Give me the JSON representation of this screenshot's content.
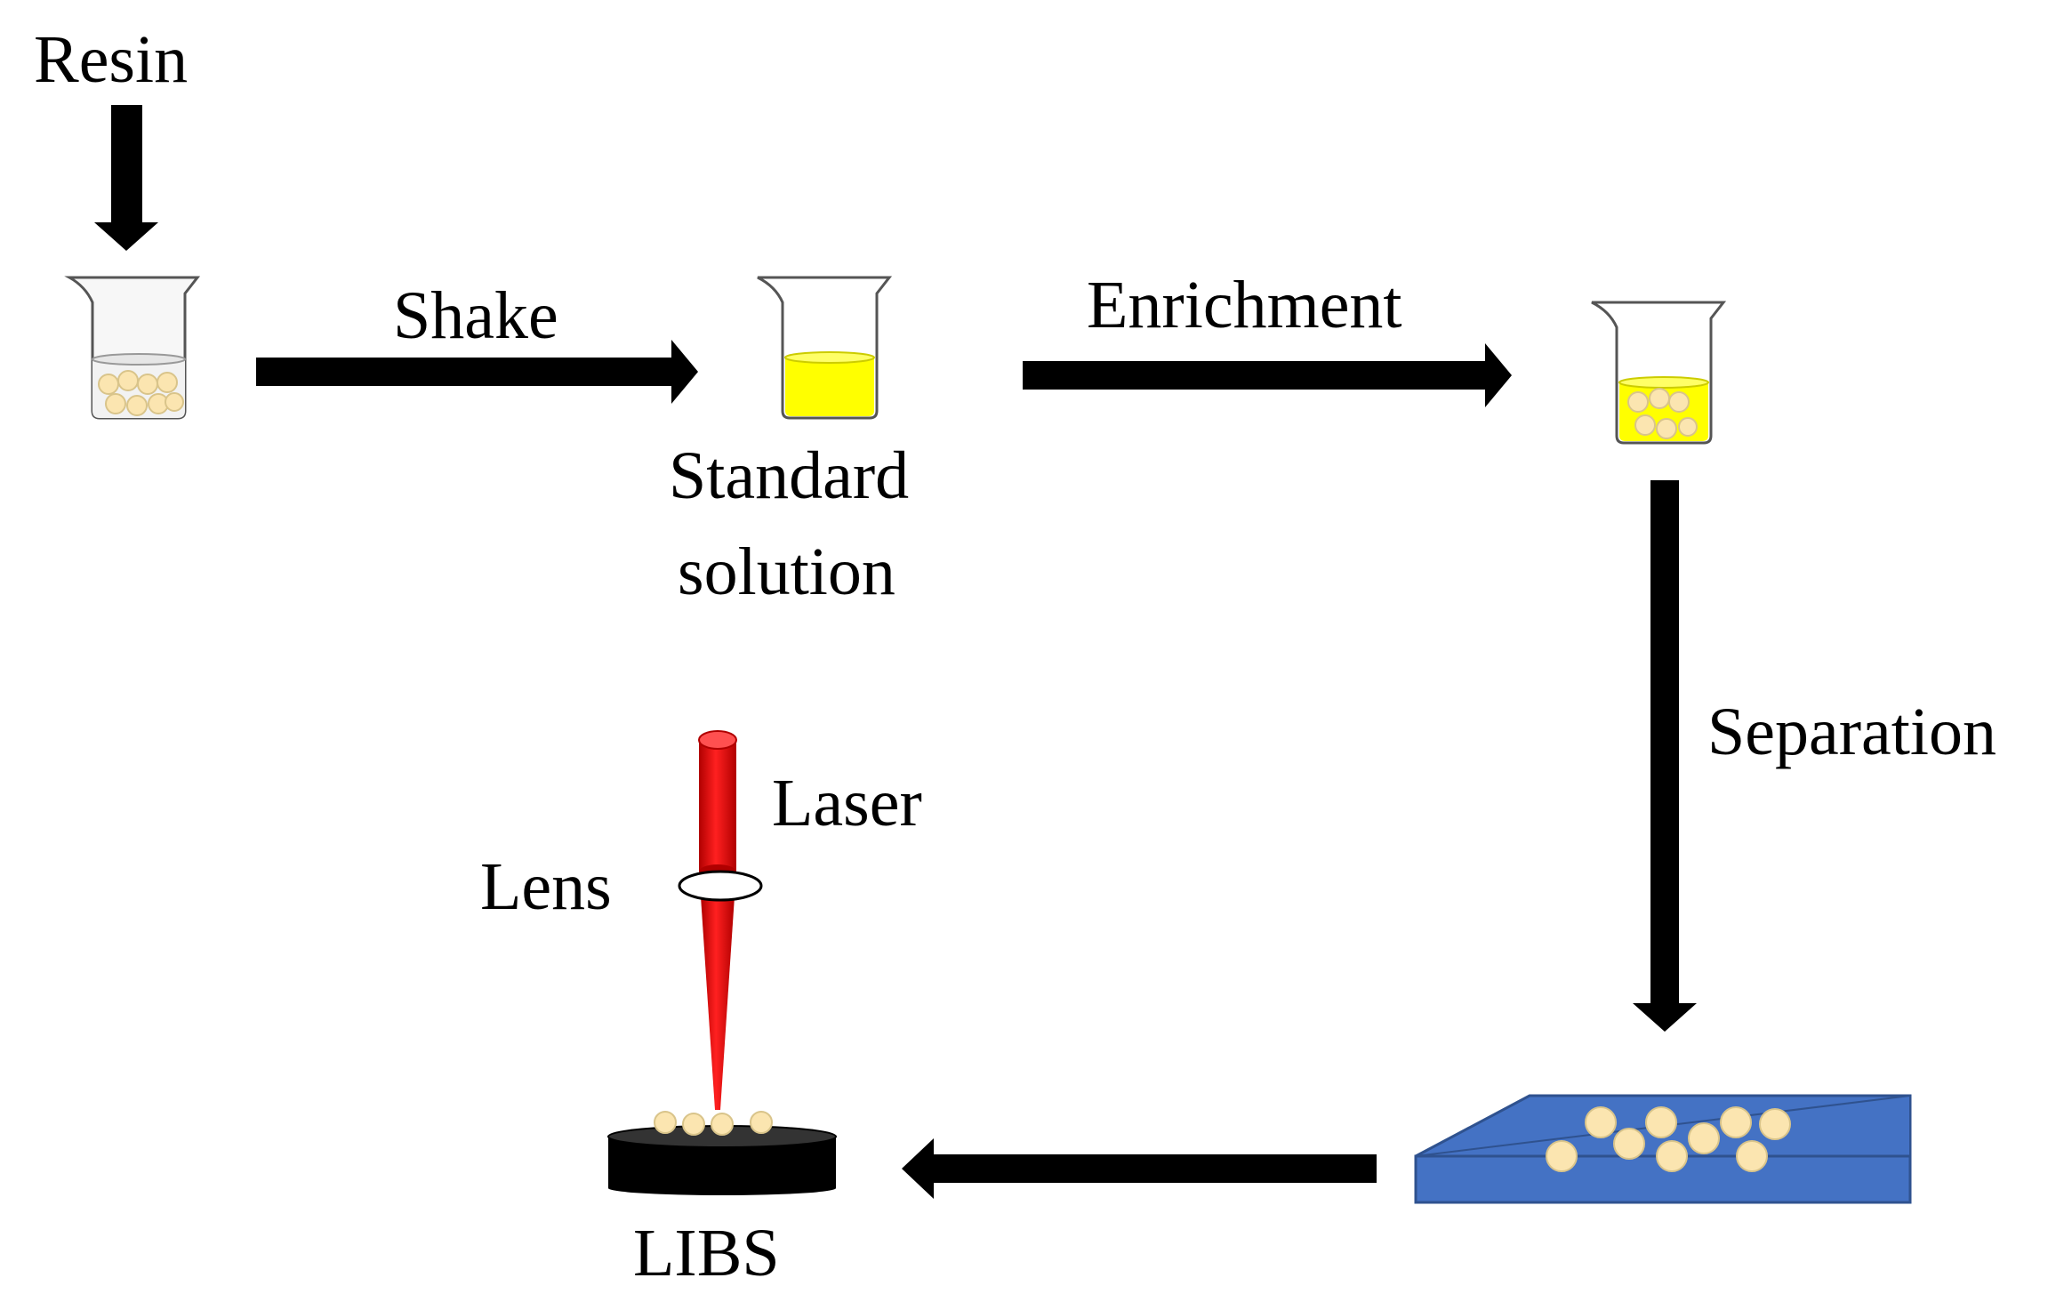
{
  "labels": {
    "resin": "Resin",
    "shake": "Shake",
    "standard_line1": "Standard",
    "standard_line2": "solution",
    "enrichment": "Enrichment",
    "separation": "Separation",
    "laser": "Laser",
    "lens": "Lens",
    "libs": "LIBS"
  },
  "colors": {
    "arrow": "#000000",
    "solution": "#ffff00",
    "bead": "#fbe5b0",
    "bead_outline": "#d9c48a",
    "laser": "#ff0000",
    "plate": "#4472c4",
    "plate_edge": "#2f528f",
    "stage": "#000000"
  }
}
